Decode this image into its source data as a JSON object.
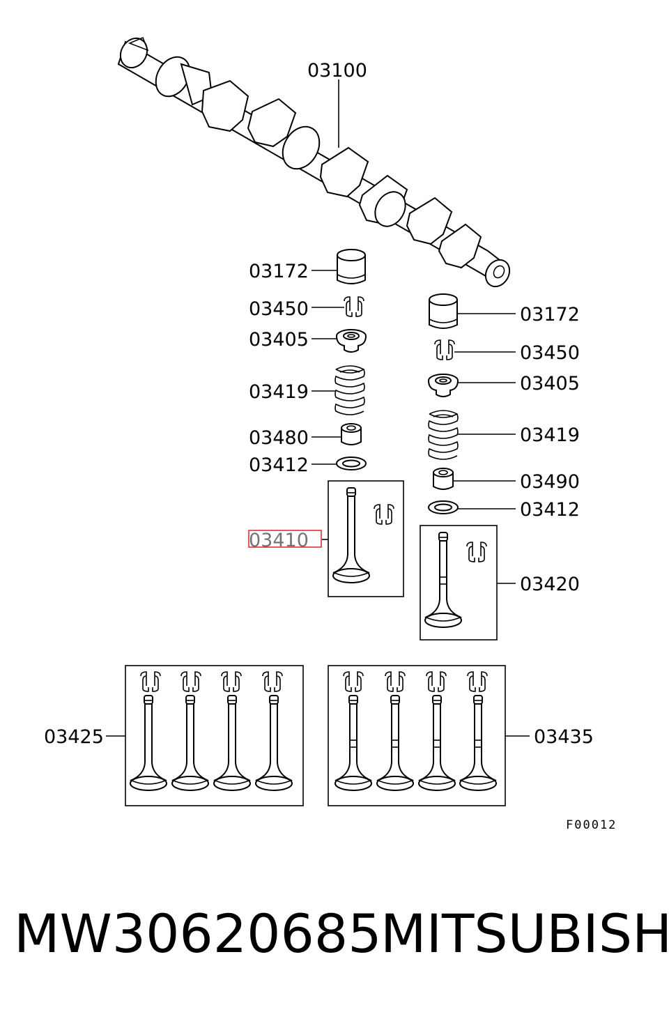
{
  "callouts": {
    "camshaft": "03100",
    "left_lifter": "03172",
    "left_retainer_lock": "03450",
    "left_retainer": "03405",
    "left_spring": "03419",
    "left_stem_seal": "03480",
    "left_spring_seat": "03412",
    "intake_valve": "03410",
    "right_lifter": "03172",
    "right_retainer_lock": "03450",
    "right_retainer": "03405",
    "right_spring": "03419",
    "right_stem_seal": "03490",
    "right_spring_seat": "03412",
    "exhaust_valve": "03420",
    "intake_valve_set": "03425",
    "exhaust_valve_set": "03435"
  },
  "figure_code": "F00012",
  "part_number": "MW30620685",
  "brand": "MITSUBISHI",
  "highlight_color": "#e03030"
}
